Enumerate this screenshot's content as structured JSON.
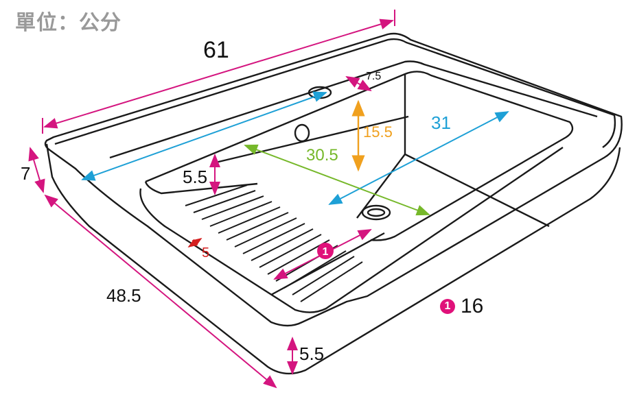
{
  "header": {
    "unit_label": "單位：公分"
  },
  "colors": {
    "magenta": "#d4157f",
    "blue": "#1ea0d6",
    "green": "#76b82a",
    "orange": "#f0a01e",
    "red": "#d41f1f",
    "outline": "#1a1a1a",
    "unit_gray": "#999999"
  },
  "dimensions": {
    "total_width": "61",
    "total_depth": "48.5",
    "rim_height": "7",
    "front_height": "5.5",
    "drain_offset": "7.5",
    "basin_depth": "15.5",
    "basin_width": "31",
    "basin_length": "30.5",
    "step_height": "5.5",
    "washboard_edge": "5"
  },
  "washboard_marker": {
    "number": "1"
  },
  "legend": {
    "marker": "1",
    "value": "16"
  }
}
